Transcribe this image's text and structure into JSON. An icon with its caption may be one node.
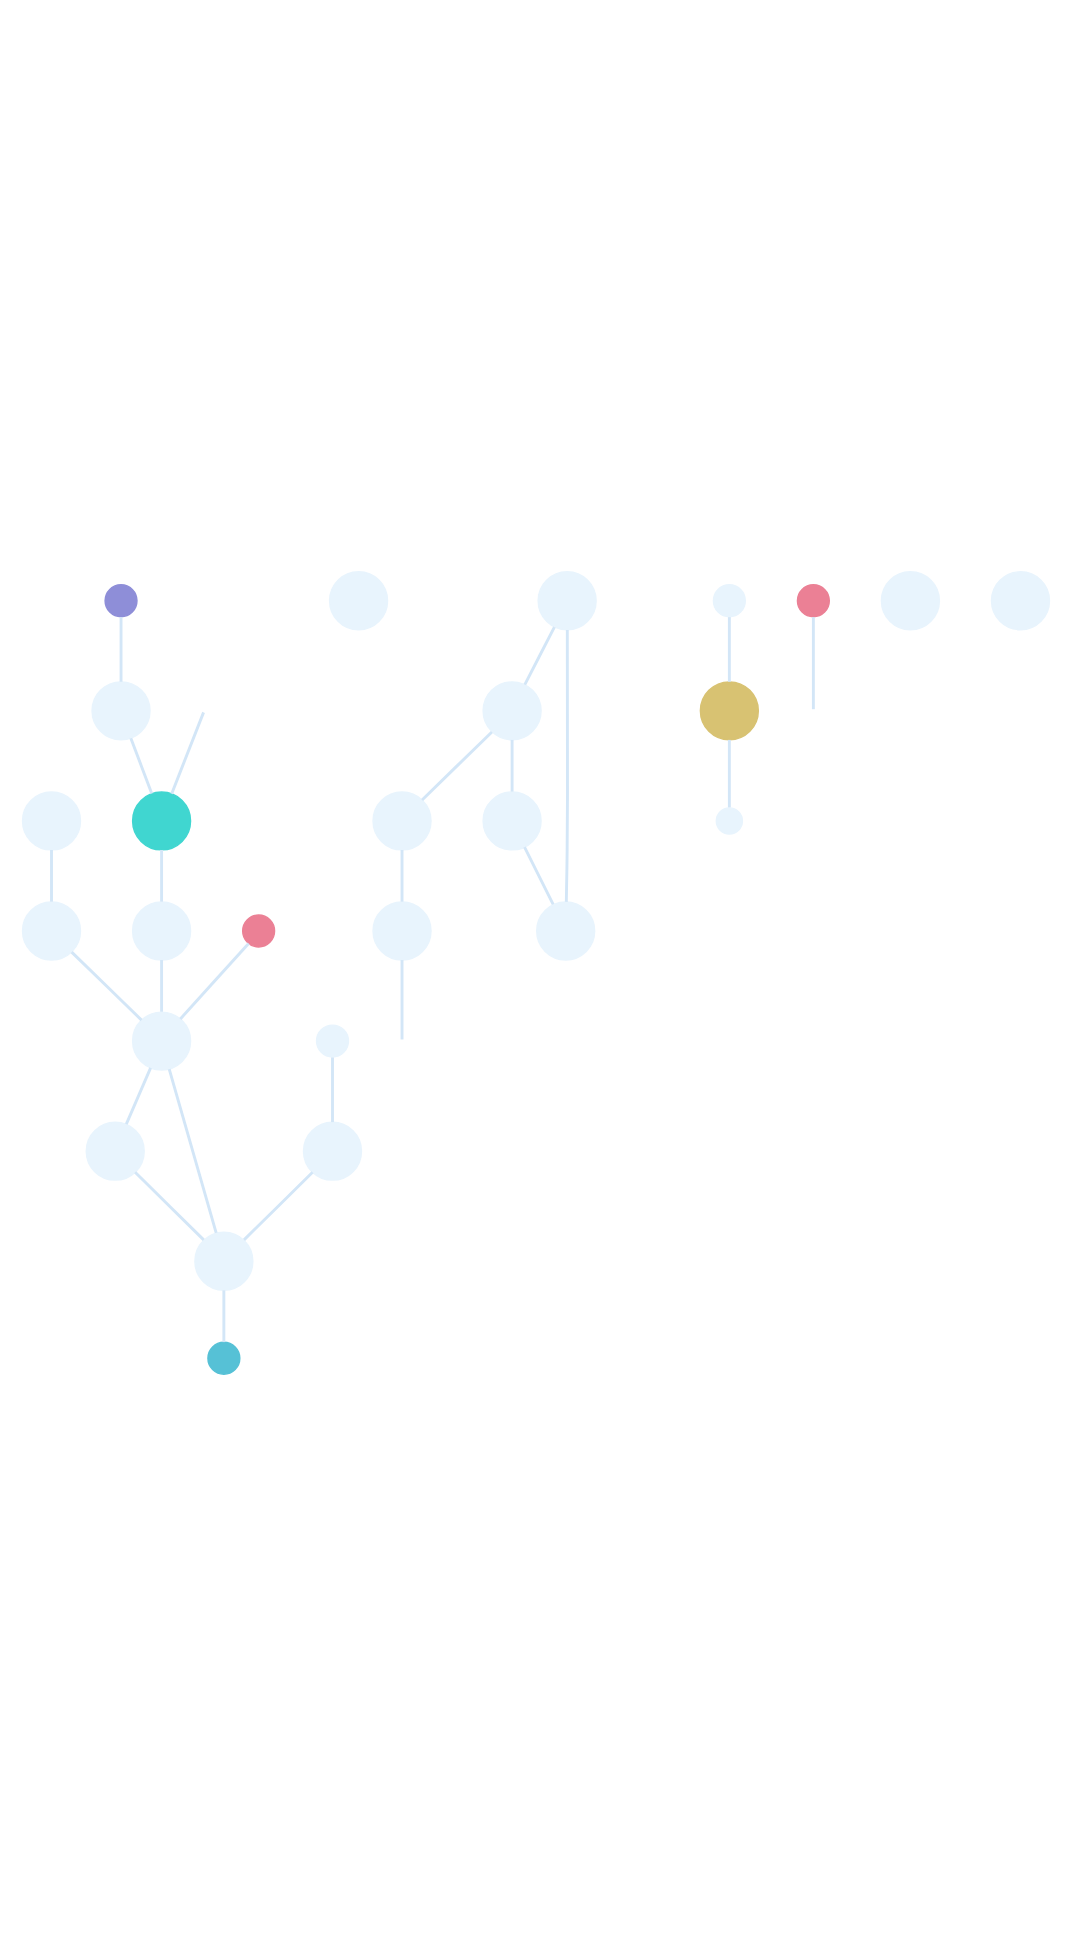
{
  "diagram": {
    "nodes": [
      {
        "text": [],
        "shape": "circle"
      },
      {
        "text": [],
        "shape": "circle"
      },
      {
        "text": [],
        "shape": "circle"
      },
      {
        "text": [],
        "shape": "circle"
      },
      {
        "text": [],
        "shape": "circle"
      },
      {
        "text": [],
        "shape": "circle"
      },
      {
        "text": [],
        "shape": "circle"
      },
      {
        "text": [],
        "shape": "circle"
      },
      {
        "text": [],
        "shape": "circle"
      },
      {
        "text": [],
        "shape": "circle"
      },
      {
        "text": [],
        "shape": "circle"
      },
      {
        "text": [],
        "shape": "circle"
      },
      {
        "text": [],
        "shape": "circle"
      },
      {
        "text": [],
        "shape": "circle"
      },
      {
        "text": [],
        "shape": "circle"
      },
      {
        "text": [],
        "shape": "circle"
      },
      {
        "text": [],
        "shape": "circle"
      },
      {
        "text": [],
        "shape": "circle"
      },
      {
        "text": [],
        "shape": "circle"
      },
      {
        "text": [],
        "shape": "circle"
      },
      {
        "text": [],
        "shape": "circle"
      },
      {
        "text": [],
        "shape": "circle"
      },
      {
        "text": [],
        "shape": "circle"
      },
      {
        "text": [],
        "shape": "circle"
      },
      {
        "text": [],
        "shape": "circle"
      },
      {
        "text": [],
        "shape": "circle"
      }
    ],
    "edges": [
      {
        "from": 2,
        "to": 3,
        "arrow": "none"
      },
      {
        "from": 3,
        "to": 4,
        "arrow": "none"
      },
      {
        "from": null,
        "to": 4,
        "arrow": "none"
      },
      {
        "from": 4,
        "to": 5,
        "arrow": "none"
      },
      {
        "from": 0,
        "to": 6,
        "arrow": "none"
      },
      {
        "from": 5,
        "to": 12,
        "arrow": "none"
      },
      {
        "from": 6,
        "to": 12,
        "arrow": "none"
      },
      {
        "from": 8,
        "to": 7,
        "arrow": "none"
      },
      {
        "from": 7,
        "to": 15,
        "arrow": "none"
      },
      {
        "from": 9,
        "to": 10,
        "arrow": "none"
      },
      {
        "from": 10,
        "to": 18,
        "arrow": "none"
      },
      {
        "from": 11,
        "to": 12,
        "arrow": "none"
      },
      {
        "from": 12,
        "to": 13,
        "arrow": "none"
      },
      {
        "from": 13,
        "to": 18,
        "arrow": "none"
      },
      {
        "from": 12,
        "to": 18,
        "arrow": "none"
      },
      {
        "from": 14,
        "to": 8,
        "arrow": "none"
      },
      {
        "from": 8,
        "to": 20,
        "arrow": "none"
      },
      {
        "from": 14,
        "to": 15,
        "arrow": "none"
      },
      {
        "from": 16,
        "to": 19,
        "arrow": "none"
      },
      {
        "from": 17,
        "to": null,
        "arrow": "none"
      },
      {
        "from": 18,
        "to": 22,
        "arrow": "none"
      },
      {
        "from": 19,
        "to": 24,
        "arrow": "none"
      },
      {
        "from": 20,
        "to": 21,
        "arrow": "none"
      },
      {
        "from": 21,
        "to": null,
        "arrow": "none"
      }
    ]
  }
}
